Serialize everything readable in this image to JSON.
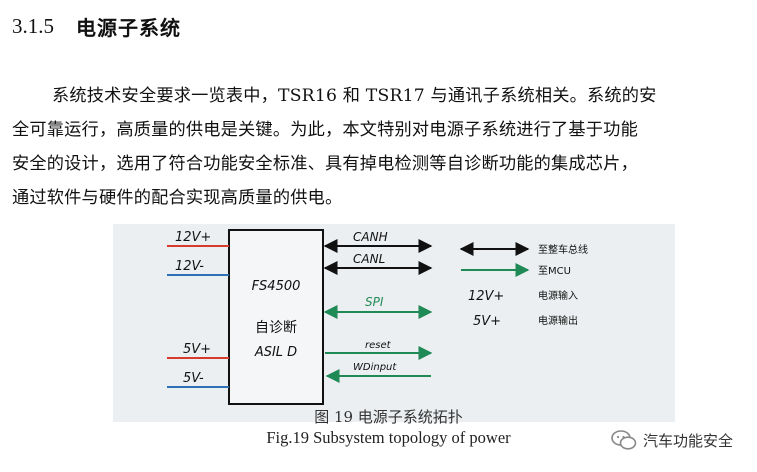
{
  "section": {
    "number": "3.1.5",
    "title": "电源子系统"
  },
  "paragraph": {
    "lines": [
      "系统技术安全要求一览表中，TSR16 和 TSR17 与通讯子系统相关。系统的安",
      "全可靠运行，高质量的供电是关键。为此，本文特别对电源子系统进行了基于功能",
      "安全的设计，选用了符合功能安全标准、具有掉电检测等自诊断功能的集成芯片，",
      "通过软件与硬件的配合实现高质量的供电。"
    ]
  },
  "figure": {
    "chip": {
      "line1": "FS4500",
      "line2": "自诊断",
      "line3": "ASIL  D"
    },
    "inputs": [
      "12V+",
      "12V-",
      "5V+",
      "5V-"
    ],
    "signals": [
      "CANH",
      "CANL",
      "SPI",
      "reset",
      "WDinput"
    ],
    "legend": [
      "至整车总线",
      "至MCU",
      "电源输入",
      "电源输出"
    ],
    "legend_symbols": [
      "12V+",
      "5V+"
    ],
    "colors": {
      "red": "#d83b2b",
      "blue": "#2f6fb6",
      "green": "#1f8a55",
      "black": "#111111"
    }
  },
  "caption": {
    "cn": "图 19  电源子系统拓扑",
    "en": "Fig.19 Subsystem topology of power"
  },
  "watermark": {
    "text": "汽车功能安全",
    "icon": "wechat-icon"
  }
}
